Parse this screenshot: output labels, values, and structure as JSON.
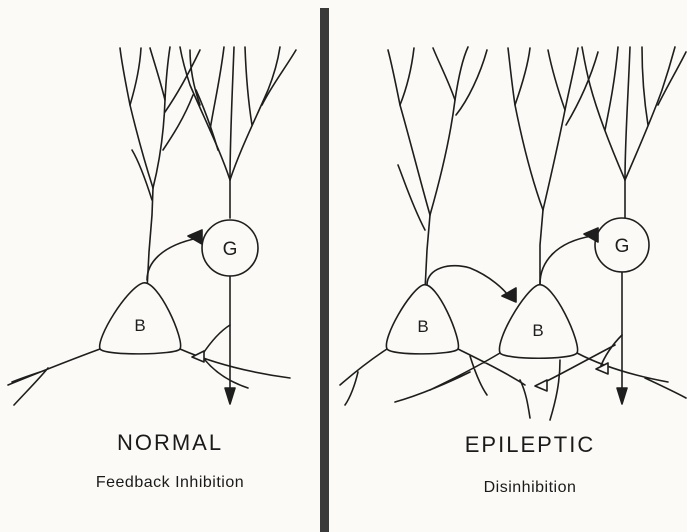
{
  "panels": [
    {
      "title": "NORMAL",
      "subtitle": "Feedback Inhibition",
      "cells": [
        {
          "label": "B",
          "type": "pyramidal"
        },
        {
          "label": "G",
          "type": "inhibitory-interneuron"
        }
      ]
    },
    {
      "title": "EPILEPTIC",
      "subtitle": "Disinhibition",
      "cells": [
        {
          "label": "B",
          "type": "pyramidal"
        },
        {
          "label": "B",
          "type": "pyramidal"
        },
        {
          "label": "G",
          "type": "inhibitory-interneuron"
        }
      ]
    }
  ]
}
